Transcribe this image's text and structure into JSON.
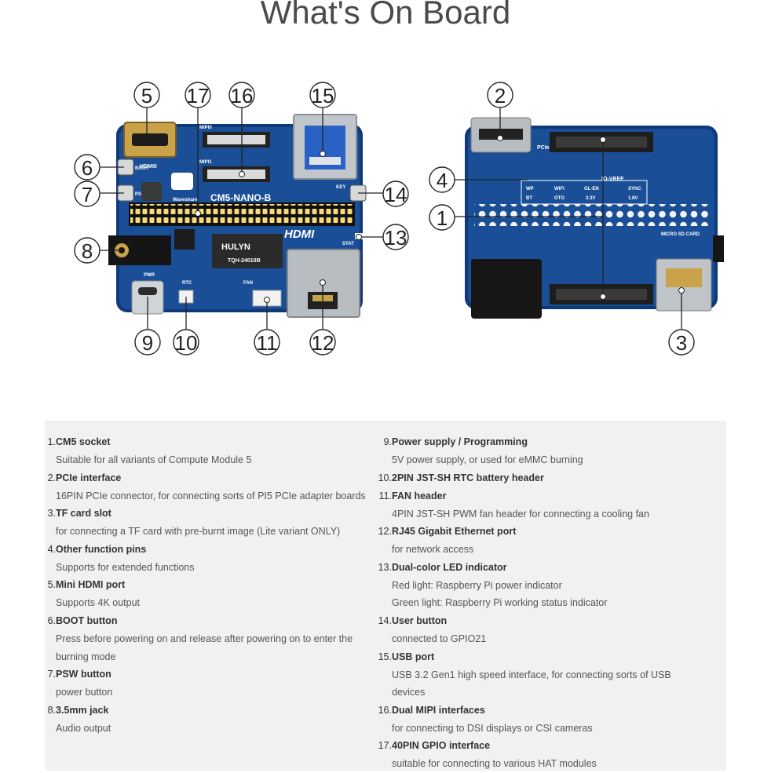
{
  "title": "What's On Board",
  "board": {
    "model_silk": "CM5-NANO-B",
    "brand_silk": "Waveshare",
    "hdmi_silk": "HDMI",
    "hdmi0_silk": "HDMI0",
    "mipi0_silk": "MIPI0",
    "mipi1_silk": "MIPI1",
    "boot_silk": "BOOT",
    "psw_silk": "PSW",
    "key_silk": "KEY",
    "stat_silk": "STAT",
    "pwr_silk": "PWR",
    "rtc_silk": "RTC",
    "fan_silk": "FAN",
    "chip_text": "HULYN",
    "chip_sub": "TQH-24010B",
    "pcie_silk": "PCIe",
    "sd_silk": "MICRO SD CARD",
    "pins": {
      "wp": "WP",
      "bt": "BT",
      "wifi": "WIFI",
      "otg": "OTG",
      "glen": "GL-EN",
      "v33": "3.3V",
      "iovref": "IO-VREF",
      "sync": "SYNC",
      "v18": "1.8V"
    },
    "brand_color": "#1c4f93"
  },
  "callouts": [
    "1",
    "2",
    "3",
    "4",
    "5",
    "6",
    "7",
    "8",
    "9",
    "10",
    "11",
    "12",
    "13",
    "14",
    "15",
    "16",
    "17"
  ],
  "items": [
    {
      "num": "1.",
      "title": "CM5 socket",
      "lines": [
        "Suitable for all variants of Compute Module 5"
      ]
    },
    {
      "num": "2.",
      "title": "PCIe interface",
      "lines": [
        "16PIN PCIe connector, for connecting sorts of PI5 PCIe adapter boards"
      ]
    },
    {
      "num": "3.",
      "title": "TF card slot",
      "lines": [
        "for connecting a TF card with pre-burnt image (Lite variant ONLY)"
      ]
    },
    {
      "num": "4.",
      "title": "Other function pins",
      "lines": [
        "Supports for extended functions"
      ]
    },
    {
      "num": "5.",
      "title": "Mini HDMI port",
      "lines": [
        "Supports 4K output"
      ]
    },
    {
      "num": "6.",
      "title": "BOOT button",
      "lines": [
        "Press before powering on and release after powering on to enter the",
        "burning mode"
      ]
    },
    {
      "num": "7.",
      "title": "PSW button",
      "lines": [
        "power button"
      ]
    },
    {
      "num": "8.",
      "title": "3.5mm jack",
      "lines": [
        "Audio output"
      ]
    },
    {
      "num": "9.",
      "title": "Power supply / Programming",
      "lines": [
        "5V power supply, or used for eMMC burning"
      ]
    },
    {
      "num": "10.",
      "title": "2PIN JST-SH RTC battery header",
      "lines": []
    },
    {
      "num": "11.",
      "title": "FAN header",
      "lines": [
        "4PIN JST-SH PWM fan header for connecting a cooling fan"
      ]
    },
    {
      "num": "12.",
      "title": "RJ45 Gigabit Ethernet port",
      "lines": [
        "for network access"
      ]
    },
    {
      "num": "13.",
      "title": "Dual-color LED indicator",
      "lines": [
        "Red light: Raspberry Pi power indicator",
        "Green light: Raspberry Pi working status indicator"
      ]
    },
    {
      "num": "14.",
      "title": "User button",
      "lines": [
        "connected to GPIO21"
      ]
    },
    {
      "num": "15.",
      "title": "USB port",
      "lines": [
        "USB 3.2 Gen1 high speed interface, for connecting sorts of USB",
        "devices"
      ]
    },
    {
      "num": "16.",
      "title": "Dual MIPI interfaces",
      "lines": [
        "for connecting to DSI displays or CSI cameras"
      ]
    },
    {
      "num": "17.",
      "title": "40PIN GPIO interface",
      "lines": [
        "suitable for connecting to various HAT modules"
      ]
    }
  ]
}
